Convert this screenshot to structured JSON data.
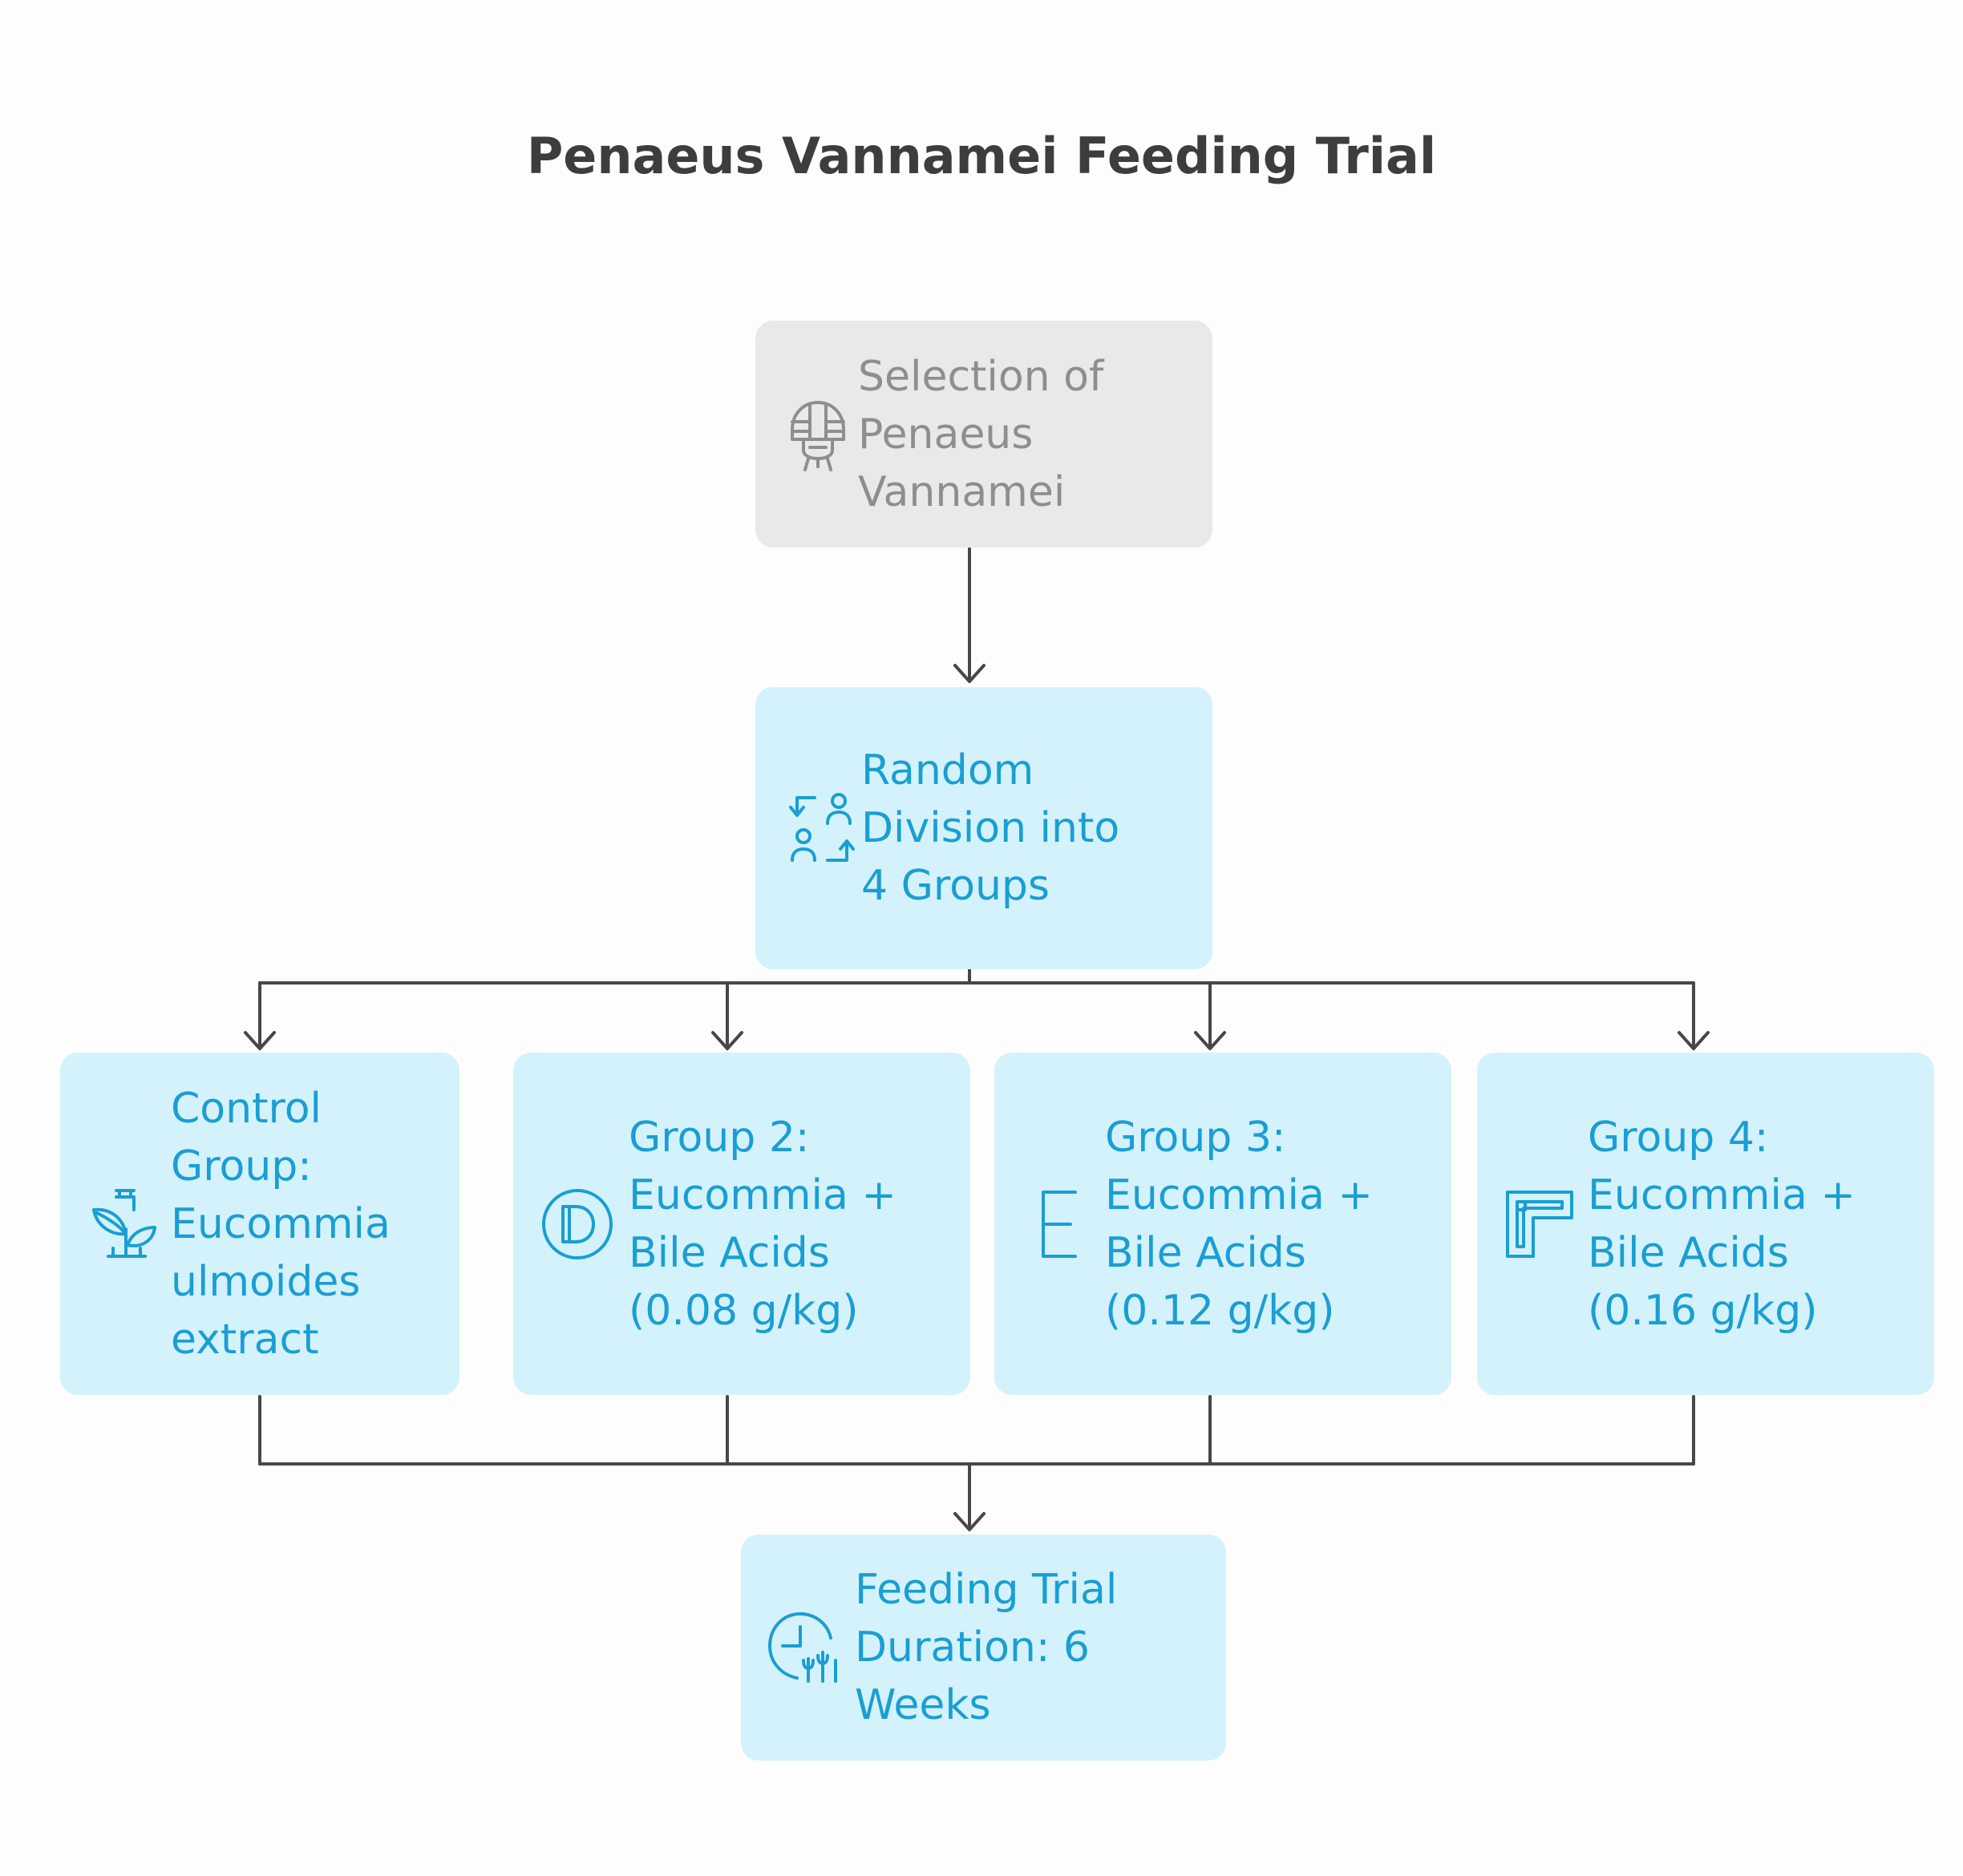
{
  "title": "Penaeus Vannamei Feeding Trial",
  "colors": {
    "gray_box": "#e9e9e9",
    "gray_text": "#8e8e8e",
    "blue_box": "#d4f2fc",
    "blue_text": "#1a9ed3",
    "connector": "#474747",
    "title": "#3d3d3d"
  },
  "nodes": {
    "selection": {
      "label": "Selection of\nPenaeus\nVannamei",
      "icon": "shrimp-icon"
    },
    "division": {
      "label": "Random\nDivision into\n4 Groups",
      "icon": "swap-people-icon"
    },
    "control": {
      "label": "Control\nGroup:\nEucommia\nulmoides\nextract",
      "icon": "plant-flask-icon"
    },
    "group2": {
      "label": "Group 2:\nEucommia +\nBile Acids\n(0.08 g/kg)",
      "icon": "circle-letter-d-icon"
    },
    "group3": {
      "label": "Group 3:\nEucommia +\nBile Acids\n(0.12 g/kg)",
      "icon": "letter-e-icon"
    },
    "group4": {
      "label": "Group 4:\nEucommia +\nBile Acids\n(0.16 g/kg)",
      "icon": "pipe-corner-icon"
    },
    "trial": {
      "label": "Feeding Trial\nDuration: 6\nWeeks",
      "icon": "clock-growth-icon"
    }
  },
  "edges": [
    [
      "selection",
      "division"
    ],
    [
      "division",
      "control"
    ],
    [
      "division",
      "group2"
    ],
    [
      "division",
      "group3"
    ],
    [
      "division",
      "group4"
    ],
    [
      "control",
      "trial"
    ],
    [
      "group2",
      "trial"
    ],
    [
      "group3",
      "trial"
    ],
    [
      "group4",
      "trial"
    ]
  ]
}
